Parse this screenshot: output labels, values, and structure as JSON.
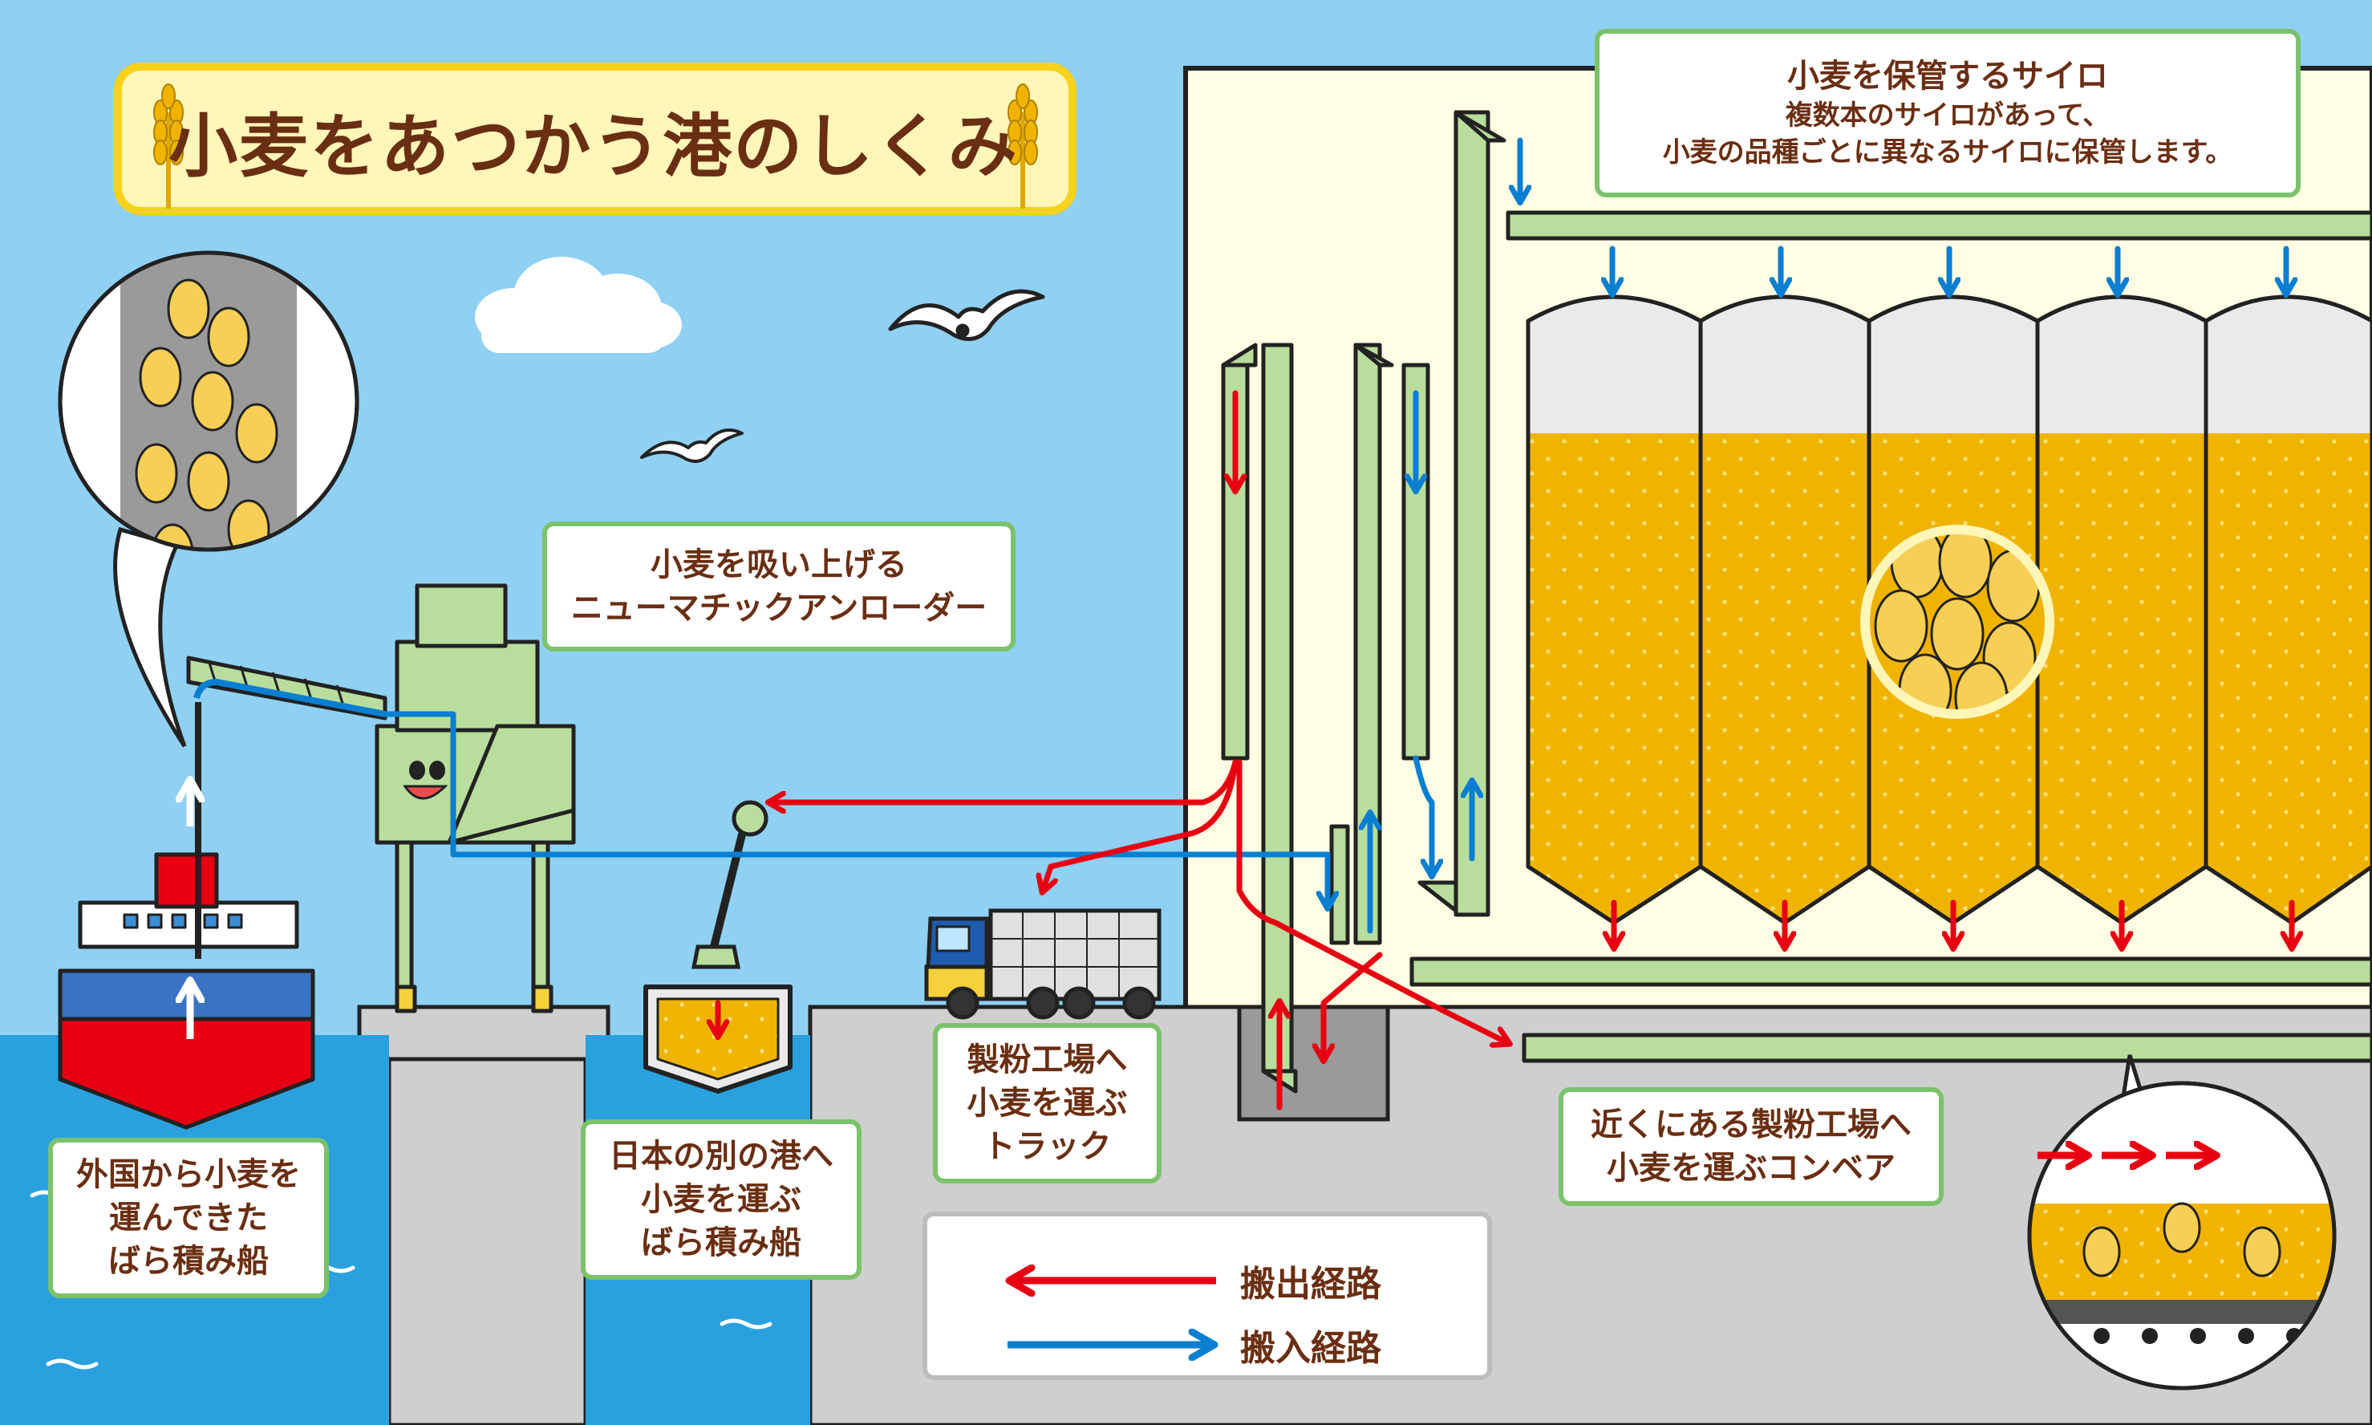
{
  "title": "小麦をあつかう港のしくみ",
  "labels": {
    "silo": {
      "heading": "小麦を保管するサイロ",
      "line1": "複数本のサイロがあって、",
      "line2": "小麦の品種ごとに異なるサイロに保管します。"
    },
    "unloader": {
      "line1": "小麦を吸い上げる",
      "line2": "ニューマチックアンローダー"
    },
    "foreign_ship": {
      "line1": "外国から小麦を",
      "line2": "運んできた",
      "line3": "ばら積み船"
    },
    "domestic_ship": {
      "line1": "日本の別の港へ",
      "line2": "小麦を運ぶ",
      "line3": "ばら積み船"
    },
    "truck": {
      "line1": "製粉工場へ",
      "line2": "小麦を運ぶ",
      "line3": "トラック"
    },
    "conveyor": {
      "line1": "近くにある製粉工場へ",
      "line2": "小麦を運ぶコンベア"
    }
  },
  "legend": {
    "outbound": "搬出経路",
    "inbound": "搬入経路"
  },
  "colors": {
    "outbound_route": "#e60012",
    "inbound_route": "#0a7fd1",
    "sky": "#8fd0f3",
    "sea": "#2aa1de",
    "frame_green": "#b9dd9c",
    "wheat": "#f0b400",
    "ground": "#cfcfcf"
  }
}
